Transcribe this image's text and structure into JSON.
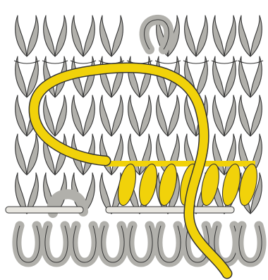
{
  "figure": {
    "colors": {
      "background": "#ffffff",
      "knit_yarn": "#b1b0ab",
      "working_yarn": "#f1d20a",
      "needle": "#e8e6e0",
      "outline": "#333333"
    },
    "parts": [
      "knitted-fabric-columns",
      "bottom-cast-on-loops",
      "yellow-working-yarn",
      "yellow-stitch-row",
      "knitting-needles"
    ]
  }
}
